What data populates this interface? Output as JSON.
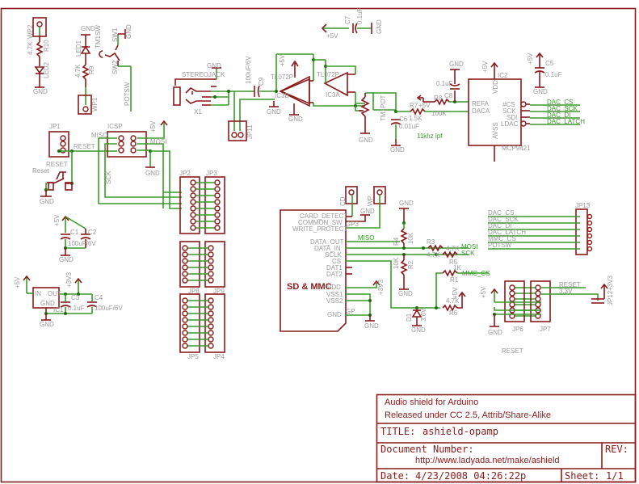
{
  "title_block": {
    "description_line1": "Audio shield for Arduino",
    "description_line2": "Released under CC 2.5, Attrib/Share-Alike",
    "title_label": "TITLE:",
    "title_value": "ashield-opamp",
    "doc_number_label": "Document Number:",
    "doc_number_value": "http://www.ladyada.net/make/ashield",
    "rev_label": "REV:",
    "date_label": "Date:",
    "date_value": "4/23/2008 04:26:22p",
    "sheet_label": "Sheet:",
    "sheet_value": "1/1"
  },
  "colors": {
    "part": "#8b1a1a",
    "wire": "#3a9a2a",
    "label": "#999999"
  },
  "labels": {
    "gnd": "GND",
    "p5v": "+5V",
    "p3v3": "+3V3",
    "wp2": "WP2",
    "r10": "R10",
    "r10v": "4.7K",
    "led2": "LED2",
    "led1": "LED1",
    "tm1sw": "TM1SW",
    "r9": "R9",
    "r9v": "4.7K",
    "wp1": "WP1",
    "sw1": "SW1",
    "sw2": "SW2",
    "potsw": "POTSW",
    "stereojack": "STEREOJACK",
    "x1": "X1",
    "c9": "C9",
    "c9v": "100uF/6V",
    "jp11": "JP11",
    "tl072p": "TL072P",
    "ic3b": "IC3B",
    "ic3a": "IC3A",
    "c7": "C7",
    "c7v": "0.1uF",
    "tm1pot": "TM1POT",
    "c6": "C6",
    "c6v": "0.01uF",
    "r7": "R7",
    "r7v": "1.5K",
    "r8": "R8",
    "r8v": "100K",
    "c8": "C8",
    "c8v": "0.1uF",
    "lpf": "11khz lpf",
    "ic2": "IC2",
    "mcp": "MCP9421",
    "refa": "REFA",
    "daca": "DACA",
    "vdd": "VDD",
    "avss": "AVSS",
    "ncs": "#CS",
    "sck": "SCK",
    "sdi": "SDI",
    "ldac": "LDAC",
    "c5": "C5",
    "c5v": "0.1uF",
    "dac_cs": "DAC_CS",
    "dac_sck": "DAC_SCK",
    "dac_di": "DAC_DI",
    "dac_latch": "DAC_LATCH",
    "mmc_cs": "MMC_CS",
    "jp1": "JP1",
    "reset": "RESET",
    "reset_sw": "Reset",
    "icsp": "ICSP",
    "miso": "MISO",
    "mosi": "MOSI",
    "sck_net": "SCK",
    "c1": "C1",
    "c2": "C2",
    "c1v": "100uF/6V",
    "c2v": "0.1uF",
    "ic1": "IC1",
    "in": "IN",
    "out": "OUT",
    "c3": "C3",
    "c3v": "0.1uF",
    "c4": "C4",
    "c4v": "100uF/6V",
    "jp2": "JP2",
    "jp3": "JP3",
    "jp8": "JP8",
    "jp9": "JP9",
    "jp5": "JP5",
    "jp4": "JP4",
    "cd": "CD",
    "wp": "WP",
    "sdmmc": "SD & MMC",
    "card_detect": "CARD_DETECT",
    "common_sw": "COMMON_SW",
    "write_protect": "WRITE_PROTECT",
    "data_out": "DATA_OUT",
    "data_in": "DATA_IN",
    "sclk": "SCLK",
    "cs": "CS",
    "dat1": "DAT1",
    "dat2": "DAT2",
    "sd_vdd": "VDD",
    "vss1": "VSS1",
    "vss2": "VSS2",
    "sd_gnd": "GND",
    "gp3": "GP3",
    "gp": "GP",
    "r4": "R4",
    "r4v": "10K",
    "r2": "R2",
    "r2v": "10K",
    "r3": "R3",
    "r3v": "4.7K",
    "r5": "R5",
    "r5v": "4.7K",
    "r1": "R1",
    "r1v": "1K",
    "r6": "R6",
    "r6v": "4.7K",
    "d1": "D1",
    "d1v": "3.6V",
    "jp13": "JP13",
    "potsw_net": "POTSW",
    "jp6": "JP6",
    "jp7": "JP7",
    "reset_net": "RESET",
    "v33": "3.3V",
    "jp12": "JP12",
    "reset_lbl": "RESET"
  }
}
